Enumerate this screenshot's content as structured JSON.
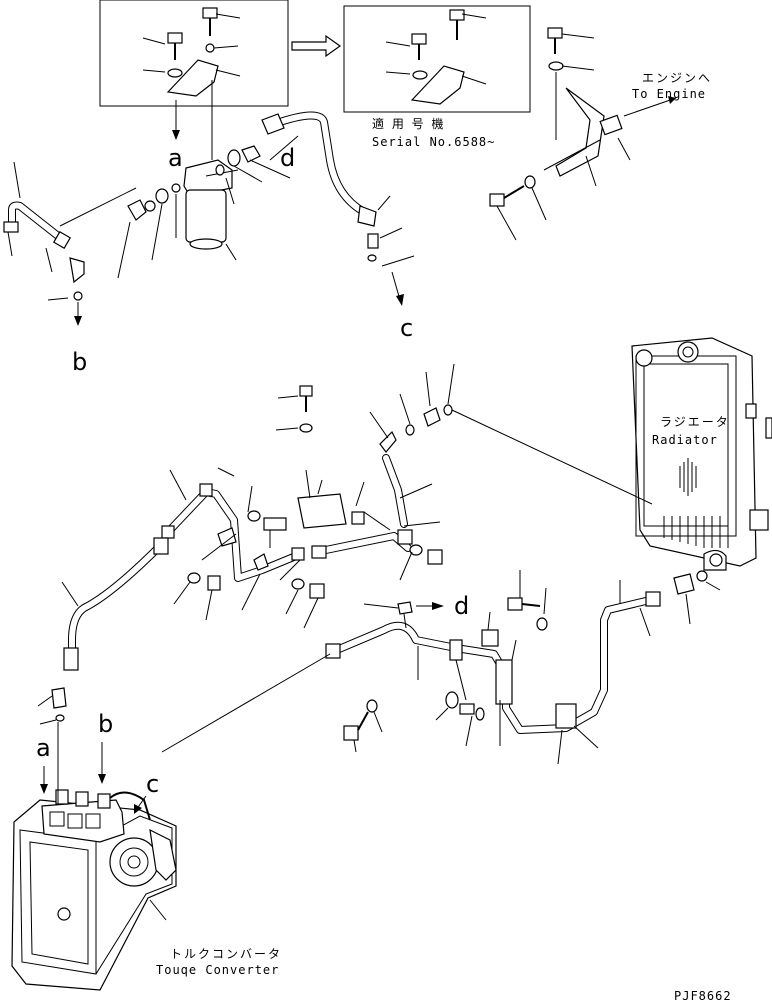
{
  "inset": {
    "serial_label": "適 用 号 機",
    "serial_number": "Serial No.6588~"
  },
  "engine": {
    "label_jp": "エンジンへ",
    "label_en": "To Engine"
  },
  "radiator": {
    "label_jp": "ラジエータ",
    "label_en": "Radiator"
  },
  "converter": {
    "label_jp": "トルクコンバータ",
    "label_en": "Touqe Converter"
  },
  "callouts": {
    "a_upper": "a",
    "a_lower": "a",
    "b_upper": "b",
    "b_lower": "b",
    "c_upper": "c",
    "c_lower": "c",
    "d_upper": "d",
    "d_lower": "d"
  },
  "drawing_code": "PJF8662"
}
